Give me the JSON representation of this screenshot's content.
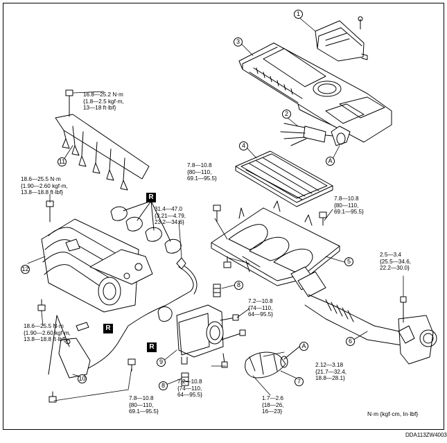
{
  "callouts": {
    "c1": "1",
    "c2": "2",
    "c3": "3",
    "c4": "4",
    "c5": "5",
    "c6": "6",
    "c7": "7",
    "c8a": "8",
    "c8b": "8",
    "c9": "9",
    "c10": "10",
    "c11": "11",
    "c12": "12",
    "ca1": "A",
    "ca2": "A"
  },
  "r_marks": {
    "r1": "R",
    "r2": "R",
    "r3": "R"
  },
  "torques": {
    "t_injector_rail": "16.8—25.2 N·m\n{1.8—2.5 kgf·m,\n13—18 ft·lbf}",
    "t_manifold_upper": "18.6—25.5 N·m\n{1.90—2.60 kgf·m,\n13.8—18.8 ft·lbf}",
    "t_manifold_lower": "18.6—25.5 N·m\n{1.90—2.60 kgf·m,\n13.8—18.8 ft·lbf}",
    "t_resonance_left": "7.8—10.8\n{80—110,\n69.1—95.5}",
    "t_resonance_right": "7.8—10.8\n{80—110,\n69.1—95.5}",
    "t_pipe": "31.4—47.0\n{3.21—4.79,\n23.2—34.6}",
    "t_bracket": "2.5—3.4\n{25.5—34.6,\n22.2—30.0}",
    "t_throttle_top": "7.2—10.8\n{74—110,\n64—95.5}",
    "t_throttle_bottom": "7.2—10.8\n{74—110,\n64—95.5}",
    "t_clamp": "2.12—3.18\n{21.7—32.4,\n18.8—28.1}",
    "t_hose": "1.7—2.6\n{18—26,\n16—23}",
    "t_bottom_left": "7.8—10.8\n{80—110,\n69.1—95.5}"
  },
  "units_note": "N·m {kgf·cm, In·lbf}",
  "figure_code": "DDA113ZW4003"
}
